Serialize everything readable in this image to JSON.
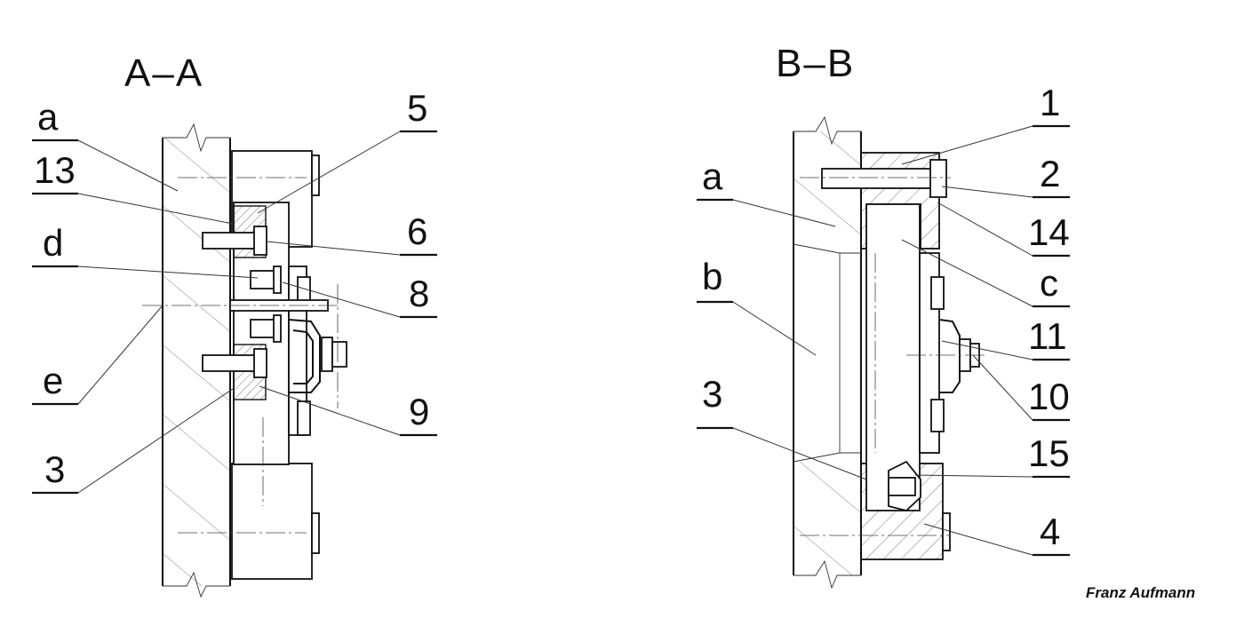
{
  "views": {
    "aa": {
      "title": "A–A"
    },
    "bb": {
      "title": "B–B"
    }
  },
  "labels_aa": {
    "a": "a",
    "n13": "13",
    "d": "d",
    "e": "e",
    "n3": "3",
    "n5": "5",
    "n6": "6",
    "n8": "8",
    "n9": "9"
  },
  "labels_bb": {
    "a": "a",
    "b": "b",
    "n3": "3",
    "n1": "1",
    "n2": "2",
    "n14": "14",
    "c": "c",
    "n11": "11",
    "n10": "10",
    "n15": "15",
    "n4": "4"
  },
  "credit": "Franz Aufmann"
}
